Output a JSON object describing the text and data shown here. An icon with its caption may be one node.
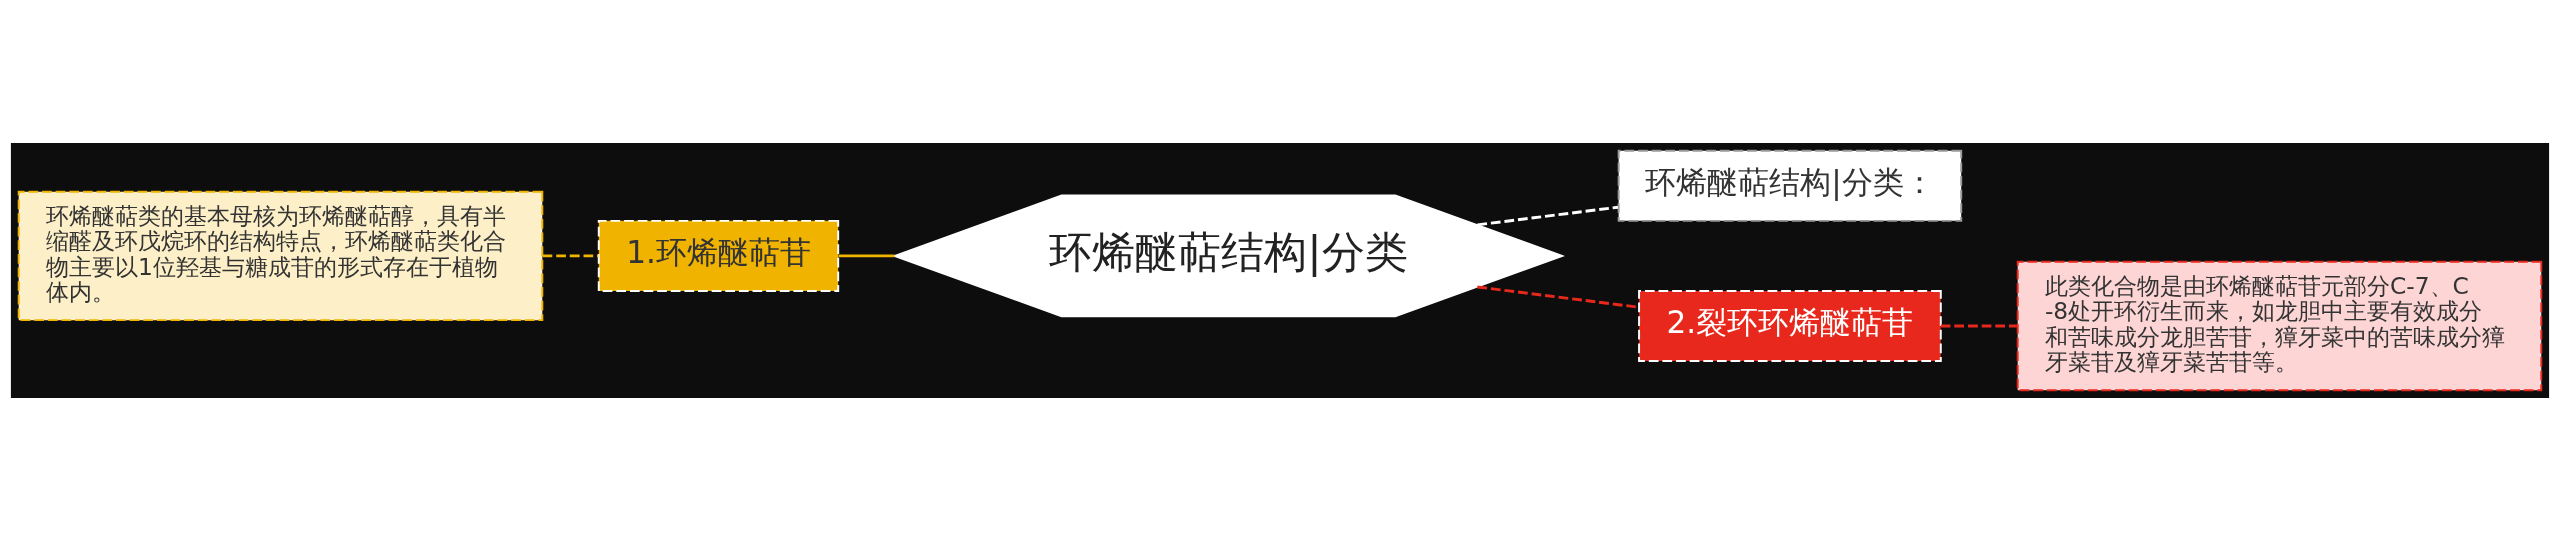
{
  "diagram": {
    "nodes": [
      {
        "text": [
          "环烯醚萜结构|分类"
        ]
      },
      {
        "text": [
          "1.环烯醚萜苷"
        ]
      },
      {
        "text": [
          "环烯醚萜类的基本母核为环烯醚萜醇，具有半缩醛及环戊烷环的结构特点，环烯醚萜类化合物主要以1位羟基与糖成苷的形式存在于植物体内。"
        ]
      },
      {
        "text": [
          "环烯醚萜结构|分类："
        ]
      },
      {
        "text": [
          "2.裂环环烯醚萜苷"
        ]
      },
      {
        "text": [
          "此类化合物是由环烯醚萜苷元部分C-7、C-8处开环衍生而来，如龙胆中主要有效成分和苦味成分龙胆苦苷，獐牙菜中的苦味成分獐牙菜苷及獐牙菜苦苷等。"
        ]
      }
    ],
    "edges": [
      {
        "from": 2,
        "to": 1,
        "arrow": "none",
        "style": "dashed",
        "color": "#f0b400"
      },
      {
        "from": 1,
        "to": 0,
        "arrow": "none",
        "color": "#f0b400"
      },
      {
        "from": 0,
        "to": 3,
        "arrow": "none",
        "style": "dashed",
        "color": "#ffffff"
      },
      {
        "from": 0,
        "to": 4,
        "arrow": "none",
        "style": "dashed",
        "color": "#e8281c"
      },
      {
        "from": 4,
        "to": 5,
        "arrow": "none",
        "style": "dashed",
        "color": "#e8281c"
      }
    ]
  }
}
